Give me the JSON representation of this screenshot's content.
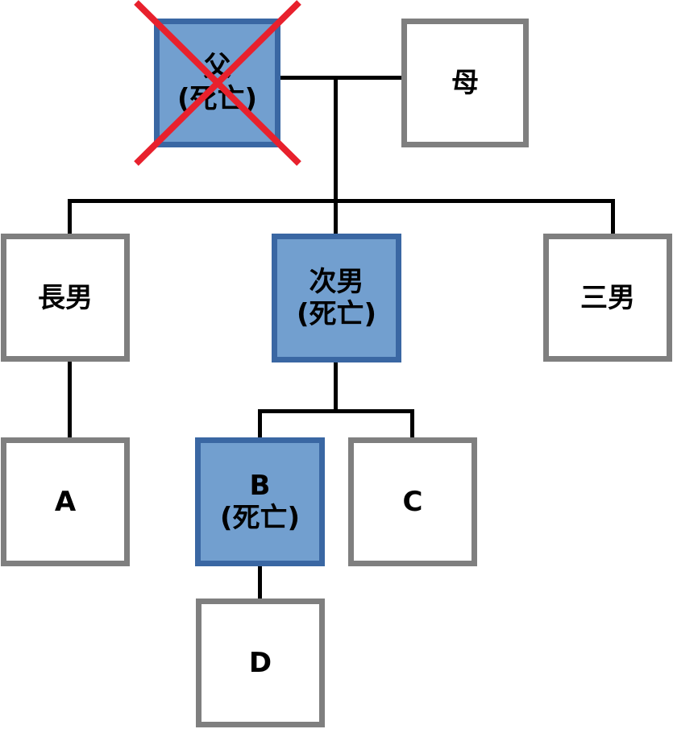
{
  "nodes": {
    "father": {
      "name": "父",
      "status": "(死亡)"
    },
    "mother": {
      "name": "母"
    },
    "eldest_son": {
      "name": "長男"
    },
    "second_son": {
      "name": "次男",
      "status": "(死亡)"
    },
    "third_son": {
      "name": "三男"
    },
    "a": {
      "name": "A"
    },
    "b": {
      "name": "B",
      "status": "(死亡)"
    },
    "c": {
      "name": "C"
    },
    "d": {
      "name": "D"
    }
  },
  "colors": {
    "deceased_fill": "#729fcf",
    "deceased_border": "#3a67a3",
    "living_border": "#7f7f7f",
    "cross_mark": "#e8212d",
    "connector": "#000000"
  }
}
